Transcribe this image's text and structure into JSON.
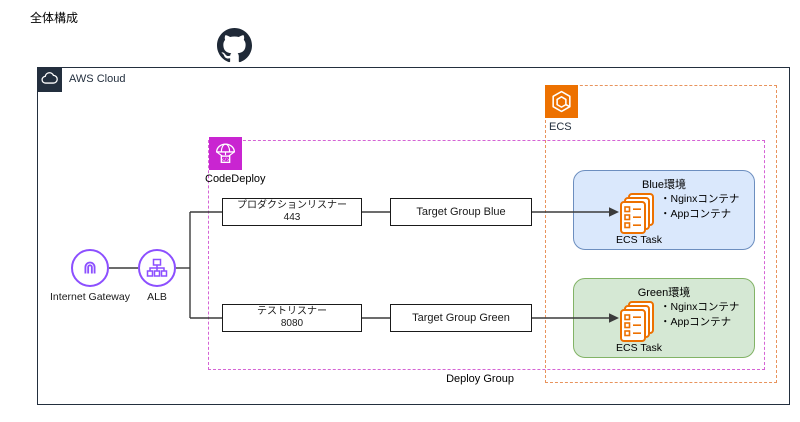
{
  "title": "全体構成",
  "groups": {
    "aws_cloud": {
      "label": "AWS Cloud"
    },
    "ecs": {
      "label": "ECS"
    },
    "deploy_group": {
      "label": "Deploy Group"
    },
    "codedeploy": {
      "label": "CodeDeploy"
    }
  },
  "nodes": {
    "internet_gateway": {
      "label": "Internet Gateway"
    },
    "alb": {
      "label": "ALB"
    },
    "production_listener": {
      "title": "プロダクションリスナー",
      "port": "443"
    },
    "test_listener": {
      "title": "テストリスナー",
      "port": "8080"
    },
    "target_group_blue": {
      "label": "Target Group Blue"
    },
    "target_group_green": {
      "label": "Target Group Green"
    }
  },
  "environments": {
    "blue": {
      "title": "Blue環境",
      "containers": [
        "・Nginxコンテナ",
        "・Appコンテナ"
      ],
      "task_label": "ECS Task",
      "fill": "#DAE8FC",
      "border": "#6C8EBF"
    },
    "green": {
      "title": "Green環境",
      "containers": [
        "・Nginxコンテナ",
        "・Appコンテナ"
      ],
      "task_label": "ECS Task",
      "fill": "#D5E8D4",
      "border": "#82B366"
    }
  },
  "icons": {
    "github": "github-logo",
    "aws_cloud": "cloud-icon",
    "ecs": "ecs-hexagon-icon",
    "codedeploy": "codedeploy-parachute-icon",
    "internet_gateway": "gateway-arch-icon",
    "alb": "load-balancer-icon",
    "ecs_task": "task-documents-icon"
  },
  "colors": {
    "aws_border": "#232F3E",
    "ecs_orange": "#ED7100",
    "ecs_group_dashed": "#E8935C",
    "deploy_group_dashed": "#D563D5",
    "codedeploy_purple": "#C925D1",
    "network_purple": "#8C4FFF",
    "connector_line": "#3B3B3B",
    "blue_env_fill": "#DAE8FC",
    "blue_env_border": "#6C8EBF",
    "green_env_fill": "#D5E8D4",
    "green_env_border": "#82B366"
  }
}
